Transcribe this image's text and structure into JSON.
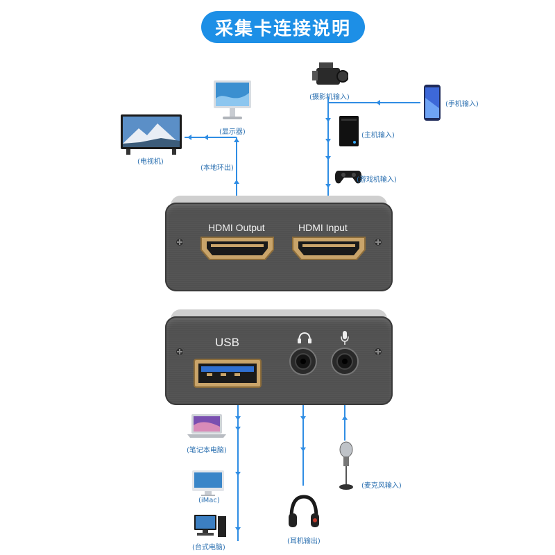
{
  "title": "采集卡连接说明",
  "colors": {
    "accent": "#1d8fe6",
    "wire": "#2f8de4",
    "label": "#2a6fb0",
    "metal": "#525252",
    "port_gold": "#c9a46a"
  },
  "top_panel": {
    "ports": {
      "output": "HDMI Output",
      "input": "HDMI Input"
    }
  },
  "bottom_panel": {
    "ports": {
      "usb": "USB",
      "headphone_icon": "headphone-icon",
      "mic_icon": "microphone-icon"
    }
  },
  "devices": {
    "tv": "(电视机)",
    "monitor": "(显示器)",
    "loop_out": "(本地环出)",
    "camcorder": "(摄影机输入)",
    "phone": "(手机输入)",
    "host": "(主机输入)",
    "game": "(游戏机输入)",
    "laptop": "(笔记本电脑)",
    "imac": "(iMac)",
    "desktop": "(台式电脑)",
    "headphones": "(耳机输出)",
    "microphone": "(麦克风输入)"
  }
}
